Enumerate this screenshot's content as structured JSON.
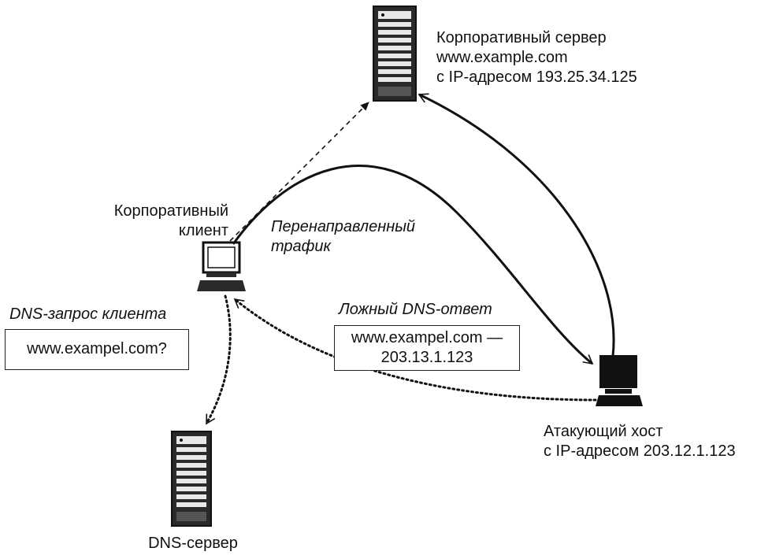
{
  "nodes": {
    "corporate_server": {
      "name": "Корпоративный сервер",
      "domain": "www.example.com",
      "ip_line": "с IP-адресом 193.25.34.125"
    },
    "corporate_client": {
      "line1": "Корпоративный",
      "line2": "клиент"
    },
    "dns_server": {
      "label": "DNS-сервер"
    },
    "attacker": {
      "line1": "Атакующий хост",
      "line2": "с IP-адресом 203.12.1.123"
    }
  },
  "edges": {
    "redirected_traffic": {
      "line1": "Перенаправленный",
      "line2": "трафик"
    },
    "dns_query": {
      "title": "DNS-запрос клиента",
      "box_text": "www.exampel.com?"
    },
    "fake_dns_response": {
      "title": "Ложный DNS-ответ",
      "box_line1": "www.exampel.com —",
      "box_line2": "203.13.1.123"
    }
  },
  "colors": {
    "ink": "#111111",
    "device_body": "#2a2a2a",
    "device_light": "#e8e8e8"
  }
}
